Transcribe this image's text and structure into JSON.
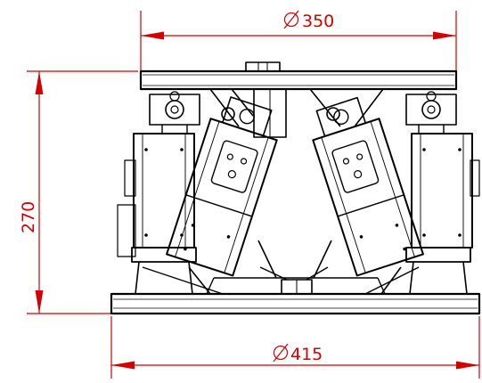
{
  "dimensions": {
    "top_diameter": {
      "symbol": "⌀",
      "value": "350"
    },
    "bottom_diameter": {
      "symbol": "⌀",
      "value": "415"
    },
    "height": {
      "value": "270"
    }
  },
  "colors": {
    "dimension": "#d40000",
    "linework": "#000000",
    "background": "#ffffff"
  }
}
